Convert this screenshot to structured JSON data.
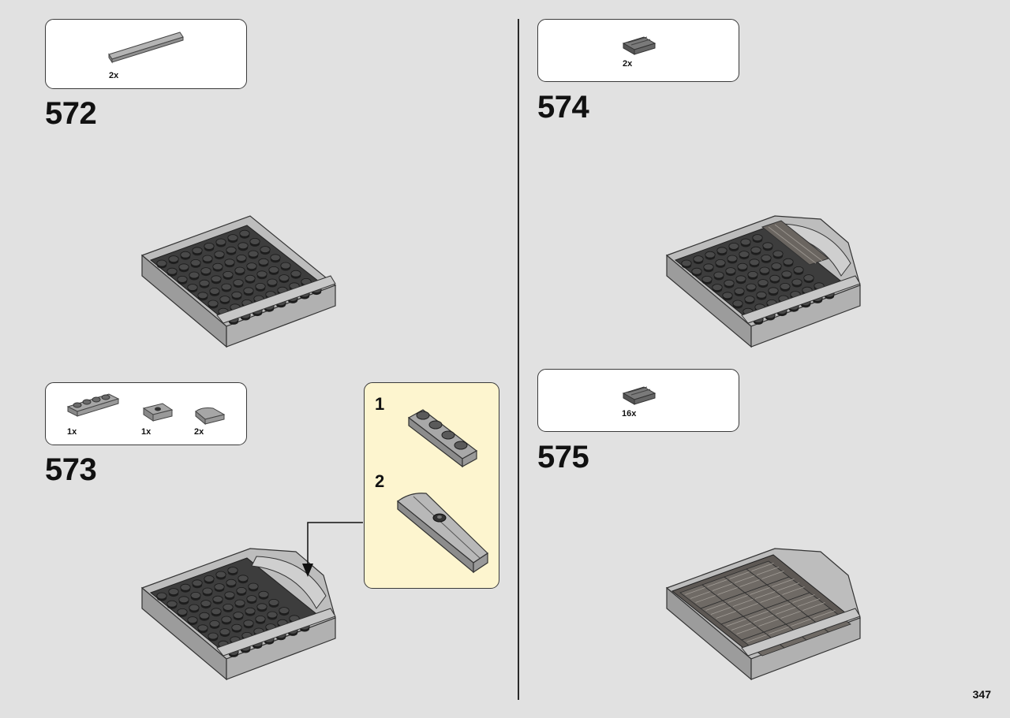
{
  "page_number": "347",
  "colors": {
    "background": "#e1e1e1",
    "callout_bg": "#ffffff",
    "submodel_bg": "#fdf5cf",
    "brick_dark": "#3b3b3b",
    "brick_light": "#a8a8a8"
  },
  "steps": [
    {
      "number": "572",
      "parts": [
        {
          "icon": "tile-1x6-light-gray-icon",
          "qty": "2x"
        }
      ]
    },
    {
      "number": "573",
      "parts": [
        {
          "icon": "plate-1x4-icon",
          "qty": "1x"
        },
        {
          "icon": "jumper-plate-icon",
          "qty": "1x"
        },
        {
          "icon": "curved-slope-icon",
          "qty": "2x"
        }
      ],
      "submodel": {
        "steps": [
          "1",
          "2"
        ]
      }
    },
    {
      "number": "574",
      "parts": [
        {
          "icon": "grille-tile-dark-icon",
          "qty": "2x"
        }
      ]
    },
    {
      "number": "575",
      "parts": [
        {
          "icon": "grille-tile-dark-icon",
          "qty": "16x"
        }
      ]
    }
  ]
}
